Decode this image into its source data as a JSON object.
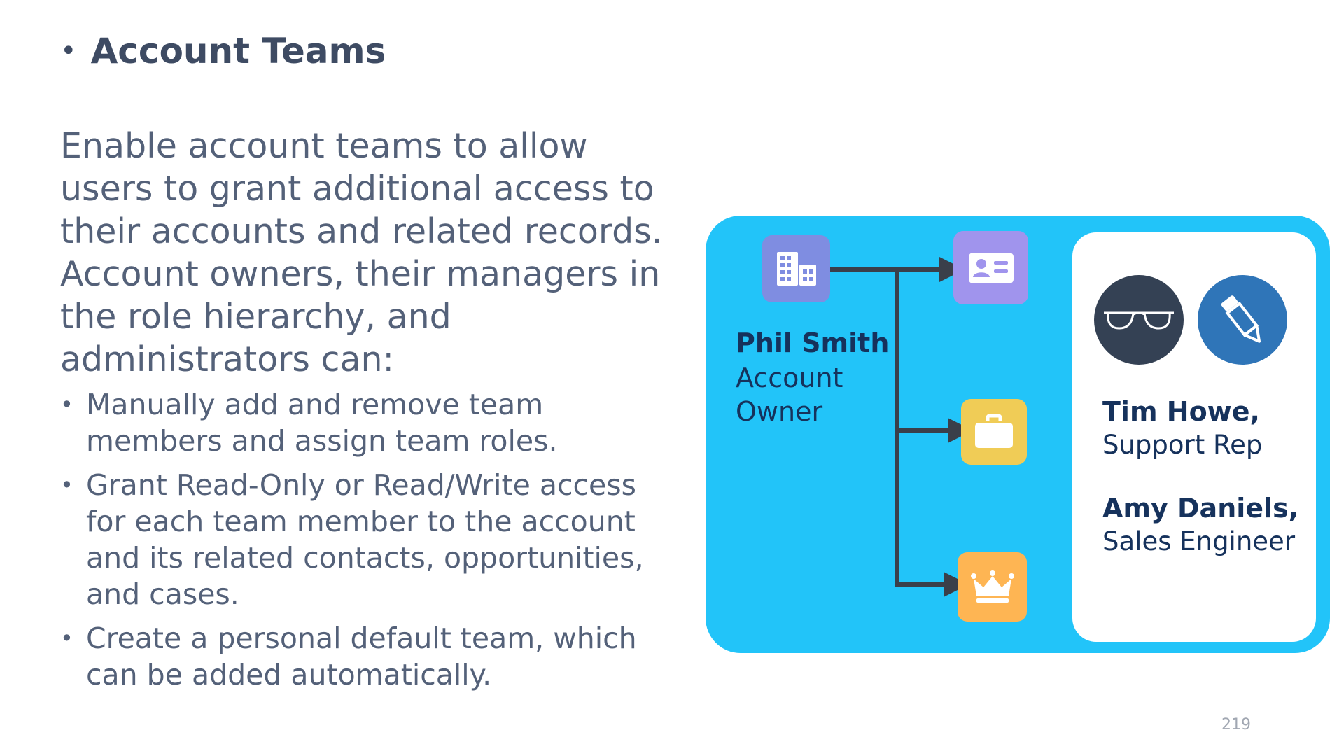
{
  "slide": {
    "heading": "Account Teams",
    "bullet_char": "•",
    "intro": "Enable account teams to allow users to grant additional access to their accounts and related records. Account owners, their managers in the role hierarchy, and administrators can:",
    "bullets": [
      "Manually add and remove team members and assign team roles.",
      "Grant Read-Only or Read/Write access for each team member to the account and its related contacts, opportunities, and cases.",
      "Create a personal default team, which can be added automatically."
    ],
    "page_number": "219"
  },
  "diagram": {
    "owner": {
      "name": "Phil Smith",
      "role": "Account Owner"
    },
    "tiles": [
      {
        "icon": "building-icon",
        "color": "#7f8de1"
      },
      {
        "icon": "contact-card-icon",
        "color": "#a094ed"
      },
      {
        "icon": "briefcase-icon",
        "color": "#f0cc56"
      },
      {
        "icon": "crown-icon",
        "color": "#feb553"
      }
    ],
    "members": [
      {
        "name": "Tim Howe,",
        "role": "Support Rep",
        "avatar": "glasses-icon",
        "avatar_color": "#344154"
      },
      {
        "name": "Amy Daniels,",
        "role": "Sales Engineer",
        "avatar": "pencil-icon",
        "avatar_color": "#2f75b8"
      }
    ],
    "colors": {
      "panel": "#22c4f9",
      "inner": "#ffffff",
      "text": "#16325c",
      "line": "#3a3f4a"
    }
  }
}
